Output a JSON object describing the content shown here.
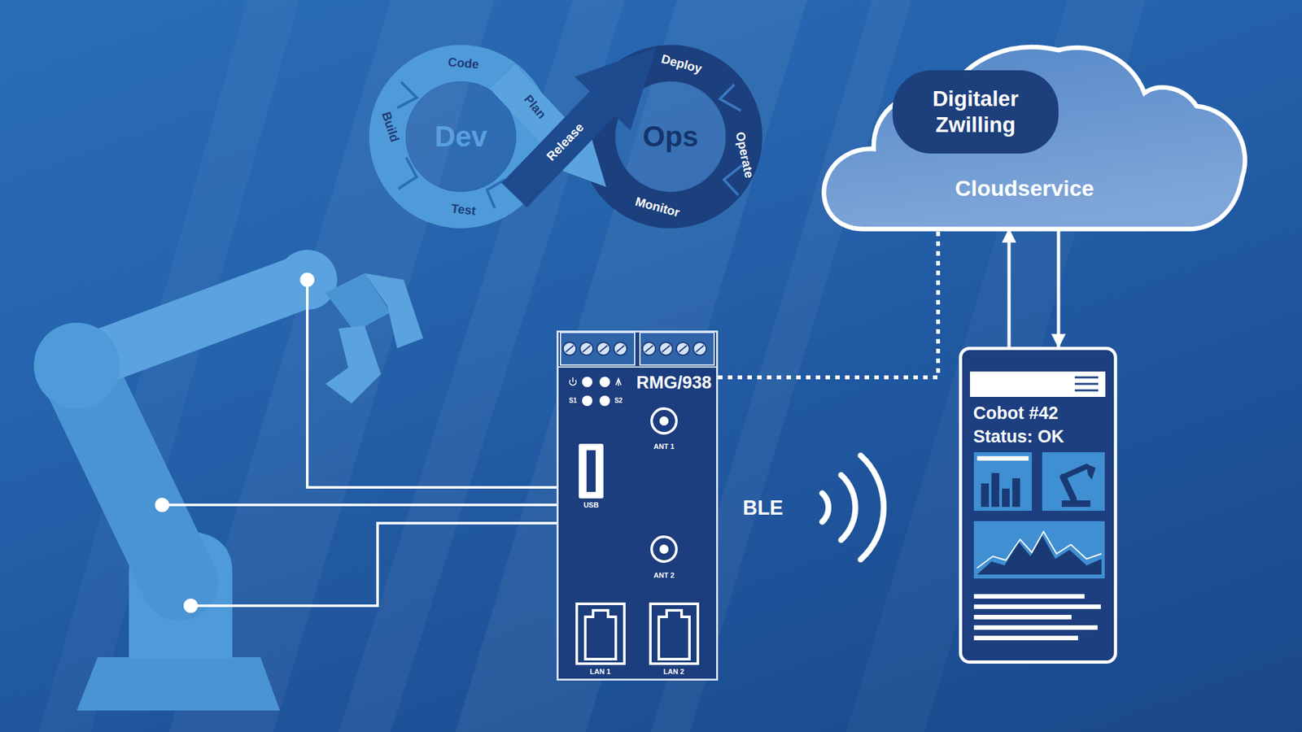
{
  "diagram": {
    "nodes": [
      {
        "text": [
          "Cloudservice"
        ]
      },
      {
        "text": [
          "Digitaler Zwilling"
        ],
        "in": 0
      },
      {
        "text": [
          "RMG/938"
        ]
      },
      {
        "text": [
          "Cobot #42",
          "Status: OK"
        ]
      }
    ],
    "edges": [
      {
        "from": 2,
        "to": 1,
        "arrow": "to"
      },
      {
        "from": 3,
        "to": 0,
        "arrow": "to"
      },
      {
        "from": 0,
        "to": 3,
        "arrow": "to"
      }
    ],
    "labels": [
      "Code",
      "Plan",
      "Build",
      "Test",
      "Release",
      "Deploy",
      "Operate",
      "Monitor",
      "Dev",
      "Ops",
      "S1",
      "S2",
      "USB",
      "ANT 1",
      "ANT 2",
      "LAN 1",
      "LAN 2",
      "BLE"
    ]
  }
}
